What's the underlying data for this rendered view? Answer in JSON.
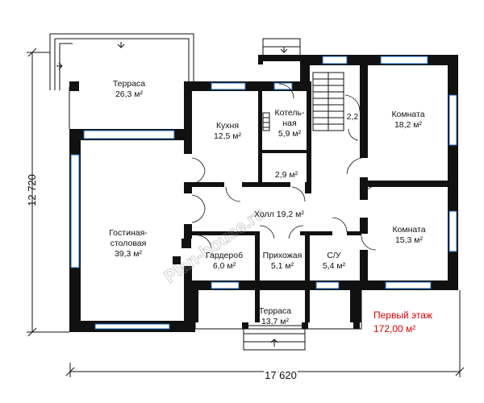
{
  "rooms": {
    "terrace_top": {
      "name": "Терраса",
      "area": "26,3 м²"
    },
    "kitchen": {
      "name": "Кухня",
      "area": "12,5 м²"
    },
    "boiler_room": {
      "name_line1": "Котель-",
      "name_line2": "ная",
      "area": "5,9 м²"
    },
    "room_right_top": {
      "name": "Комната",
      "area": "18,2 м²"
    },
    "small_top": {
      "area": "2,2"
    },
    "small_mid": {
      "area": "2,9 м²"
    },
    "hall": {
      "text": "Холл 19,2 м²"
    },
    "living": {
      "name_line1": "Гостиная-",
      "name_line2": "столовая",
      "area": "39,3 м²"
    },
    "room_right_bottom": {
      "name": "Комната",
      "area": "15,3 м²"
    },
    "wardrobe": {
      "name": "Гардероб",
      "area": "6,0 м²"
    },
    "entry": {
      "name": "Прихожая",
      "area": "5,1 м²"
    },
    "bathroom": {
      "name": "С/У",
      "area": "5,4 м²"
    },
    "terrace_bottom": {
      "name": "Терраса",
      "area": "13,7 м²"
    }
  },
  "dimensions": {
    "height": "12 720",
    "width": "17 620"
  },
  "floor": {
    "title": "Первый этаж",
    "area": "172,00 м²"
  },
  "watermark": "Plan-house.ru",
  "colors": {
    "wall": "#111111",
    "window": "#1565c0",
    "floor_title": "#e00000"
  }
}
